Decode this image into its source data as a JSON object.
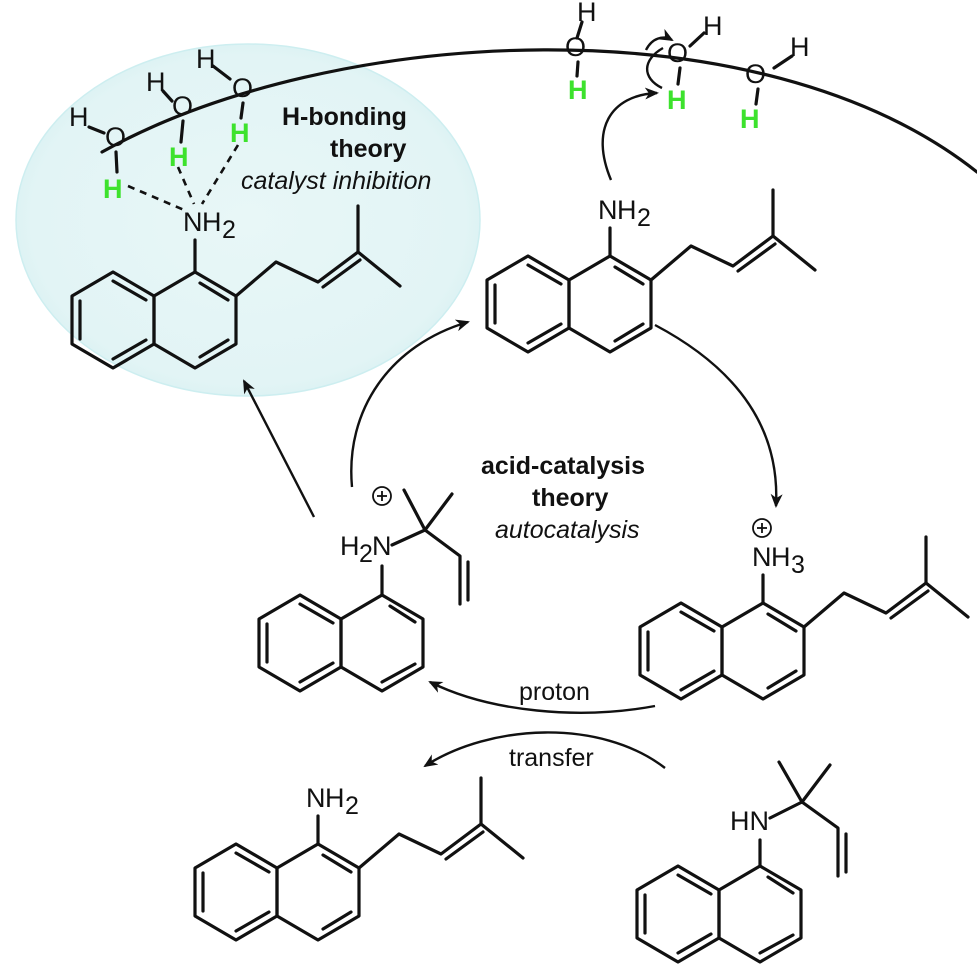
{
  "colors": {
    "bubble_fill": "#e6f6f6",
    "bubble_edge": "#cdeef0",
    "hydrogen_highlight": "#3de22d",
    "ink": "#111111"
  },
  "labels": {
    "hbond_title_1": "H-bonding",
    "hbond_title_2": "theory",
    "hbond_sub": "catalyst inhibition",
    "acid_title_1": "acid-catalysis",
    "acid_title_2": "theory",
    "acid_sub": "autocatalysis",
    "proton": "proton",
    "transfer": "transfer"
  },
  "atoms": {
    "O": "O",
    "H": "H",
    "N": "N",
    "H2": "2",
    "H3": "3",
    "NH": "NH",
    "HN": "HN",
    "H2N_H": "H",
    "plus": "+"
  },
  "icons": {
    "plus_charge": "circled-plus-icon",
    "reaction_arrow": "curved-arrow-icon"
  }
}
